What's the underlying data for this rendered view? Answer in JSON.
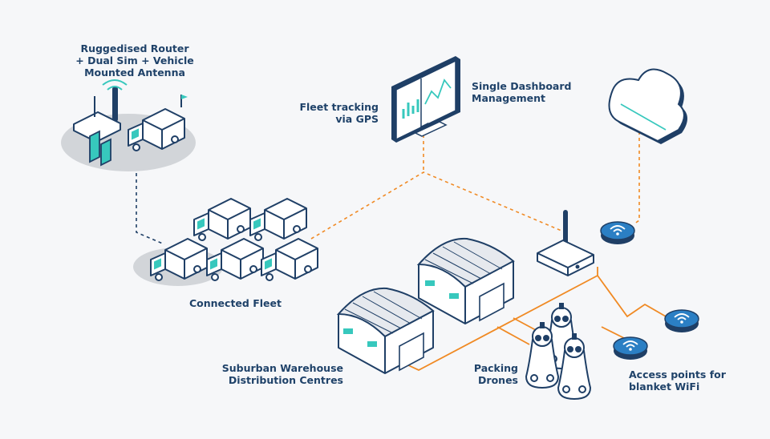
{
  "labels": {
    "router": "Ruggedised Router\n+ Dual Sim + Vehicle\nMounted Antenna",
    "fleet_tracking": "Fleet tracking\nvia GPS",
    "dashboard": "Single Dashboard\nManagement",
    "connected_fleet": "Connected Fleet",
    "warehouse": "Suburban Warehouse\nDistribution Centres",
    "drones": "Packing\nDrones",
    "access_points": "Access points for\nblanket WiFi"
  },
  "colors": {
    "outline": "#1f3f66",
    "orange": "#f08a24",
    "blue": "#2b7fc4",
    "teal": "#37c8bd",
    "grey_base": "#d2d5d9",
    "background": "#f6f7f9"
  }
}
